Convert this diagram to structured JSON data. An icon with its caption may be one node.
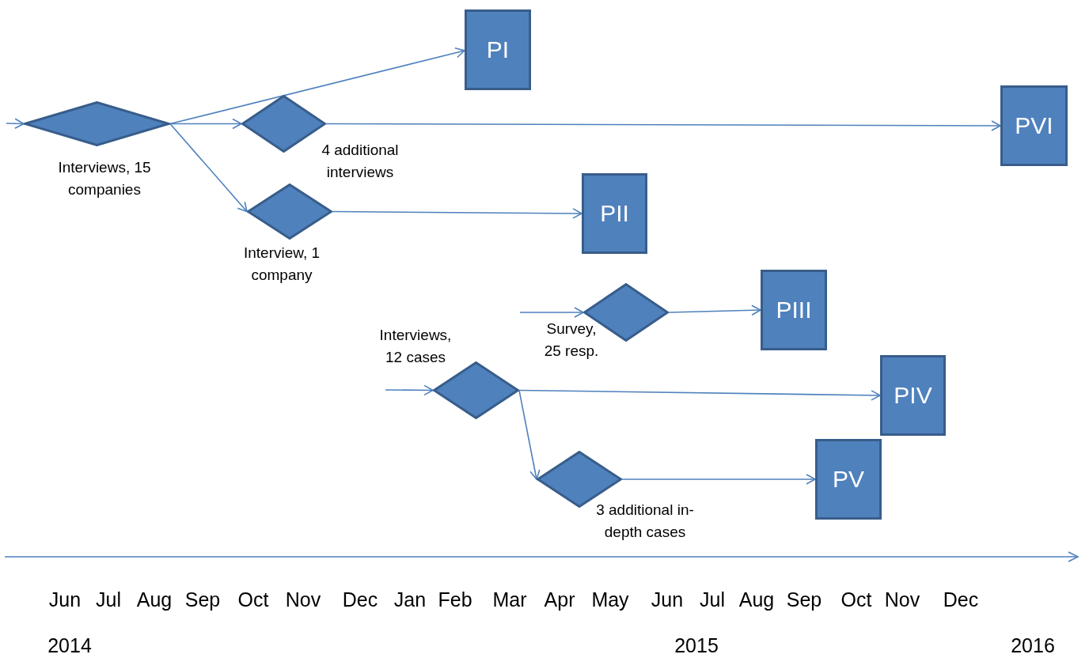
{
  "diagram": {
    "nodes": [
      {
        "text": [],
        "shape": "diamond",
        "beside": [
          "Interviews, 15 companies"
        ]
      },
      {
        "text": [],
        "shape": "diamond",
        "beside": [
          "4 additional interviews"
        ]
      },
      {
        "text": [],
        "shape": "diamond",
        "beside": [
          "Interview, 1 company"
        ]
      },
      {
        "text": [],
        "shape": "diamond",
        "beside": [
          "Survey, 25 resp."
        ]
      },
      {
        "text": [],
        "shape": "diamond",
        "beside": [
          "Interviews, 12 cases"
        ]
      },
      {
        "text": [],
        "shape": "diamond",
        "beside": [
          "3 additional in-depth cases"
        ]
      },
      {
        "text": [
          "PI"
        ]
      },
      {
        "text": [
          "PVI"
        ]
      },
      {
        "text": [
          "PII"
        ]
      },
      {
        "text": [
          "PIII"
        ]
      },
      {
        "text": [
          "PIV"
        ]
      },
      {
        "text": [
          "PV"
        ]
      }
    ],
    "edges": [
      {
        "from": null,
        "to": 0,
        "arrow": "to"
      },
      {
        "from": 0,
        "to": 6,
        "arrow": "to"
      },
      {
        "from": 0,
        "to": 1,
        "arrow": "to"
      },
      {
        "from": 0,
        "to": 2,
        "arrow": "to"
      },
      {
        "from": 1,
        "to": 7,
        "arrow": "to"
      },
      {
        "from": 2,
        "to": 8,
        "arrow": "to"
      },
      {
        "from": null,
        "to": 3,
        "arrow": "to"
      },
      {
        "from": 3,
        "to": 9,
        "arrow": "to"
      },
      {
        "from": null,
        "to": 4,
        "arrow": "to"
      },
      {
        "from": 4,
        "to": 10,
        "arrow": "to"
      },
      {
        "from": 4,
        "to": 5,
        "arrow": "to"
      },
      {
        "from": 5,
        "to": 11,
        "arrow": "to"
      }
    ],
    "labels": [
      "Jun",
      "Jul",
      "Aug",
      "Sep",
      "Oct",
      "Nov",
      "Dec",
      "Jan",
      "Feb",
      "Mar",
      "Apr",
      "May",
      "Jun",
      "Jul",
      "Aug",
      "Sep",
      "Oct",
      "Nov",
      "Dec",
      "2014",
      "2015",
      "2016"
    ]
  }
}
